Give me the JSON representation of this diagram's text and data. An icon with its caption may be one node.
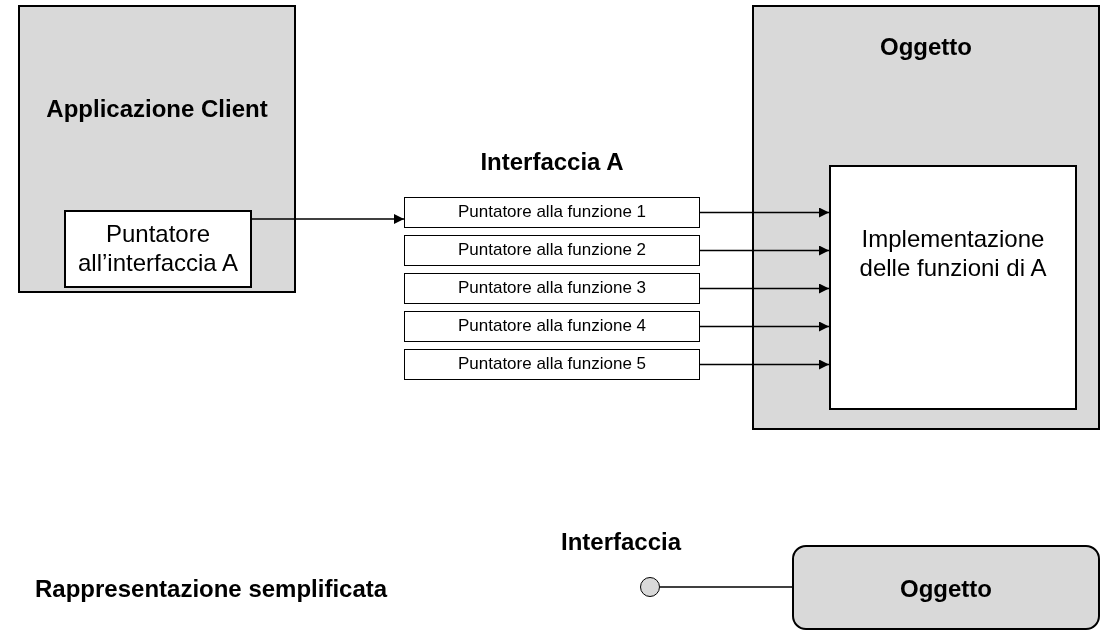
{
  "diagram": {
    "nodes": [
      {
        "text": [
          "Applicazione Client"
        ]
      },
      {
        "text": [
          "Puntatore all’interfaccia A"
        ],
        "in": 0
      },
      {
        "text": [
          "Interfaccia A"
        ]
      },
      {
        "text": [
          "Puntatore alla funzione 1"
        ],
        "in": 2
      },
      {
        "text": [
          "Puntatore alla funzione 2"
        ],
        "in": 2
      },
      {
        "text": [
          "Puntatore alla funzione 3"
        ],
        "in": 2
      },
      {
        "text": [
          "Puntatore alla funzione 4"
        ],
        "in": 2
      },
      {
        "text": [
          "Puntatore alla funzione 5"
        ],
        "in": 2
      },
      {
        "text": [
          "Oggetto"
        ]
      },
      {
        "text": [
          "Implementazione delle funzioni di A"
        ],
        "in": 8
      },
      {
        "text": [],
        "shape": "circle",
        "beside": [
          "Interfaccia"
        ]
      },
      {
        "text": [
          "Oggetto"
        ]
      }
    ],
    "edges": [
      {
        "from": 1,
        "to": 3,
        "arrow": "to"
      },
      {
        "from": 3,
        "to": 9,
        "arrow": "to"
      },
      {
        "from": 4,
        "to": 9,
        "arrow": "to"
      },
      {
        "from": 5,
        "to": 9,
        "arrow": "to"
      },
      {
        "from": 6,
        "to": 9,
        "arrow": "to"
      },
      {
        "from": 7,
        "to": 9,
        "arrow": "to"
      },
      {
        "from": 10,
        "to": 11,
        "arrow": "none"
      }
    ],
    "labels": [
      "Rappresentazione semplificata"
    ]
  }
}
